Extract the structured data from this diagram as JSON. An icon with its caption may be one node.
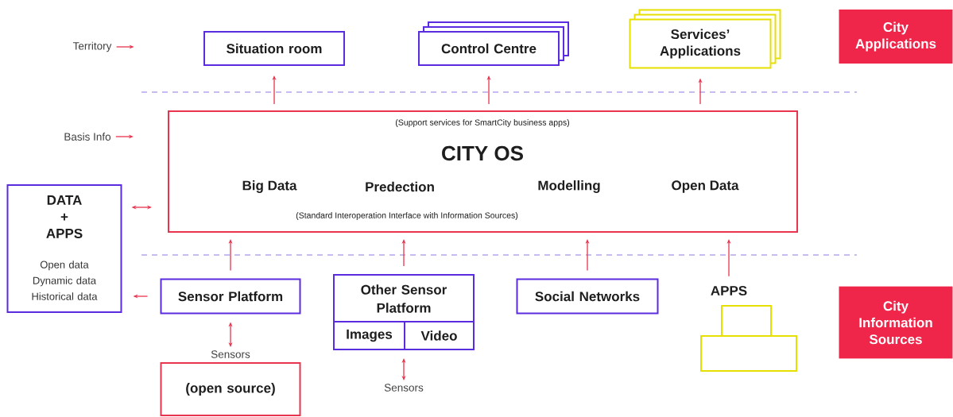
{
  "diagram": {
    "nodes": [
      {
        "text": [
          "Situation room"
        ]
      },
      {
        "text": [
          "Control Centre"
        ]
      },
      {
        "text": [
          "Services’ Applications"
        ]
      },
      {
        "text": [
          "City Applications"
        ]
      },
      {
        "text": [
          "(Support services for SmartCity business apps)",
          "CITY OS",
          "Big Data",
          "Predection",
          "Modelling",
          "Open Data",
          "(Standard Interoperation Interface with Information Sources)"
        ]
      },
      {
        "text": [
          "DATA + APPS",
          "Open data Dynamic data Historical data"
        ]
      },
      {
        "text": [
          "Sensor Platform"
        ]
      },
      {
        "text": [
          "Other Sensor Platform"
        ]
      },
      {
        "text": [
          "Images"
        ],
        "in": 7
      },
      {
        "text": [
          "Video"
        ],
        "in": 7
      },
      {
        "text": [
          "Social Networks"
        ]
      },
      {
        "text": [
          "APPS"
        ]
      },
      {
        "text": [],
        "shape": "box"
      },
      {
        "text": [],
        "shape": "box"
      },
      {
        "text": [
          "City Information Sources"
        ]
      },
      {
        "text": [
          "(open source)"
        ]
      },
      {
        "text": [
          "Territory"
        ]
      },
      {
        "text": [
          "Basis Info"
        ]
      },
      {
        "text": [
          "Sensors"
        ]
      },
      {
        "text": [
          "Sensors"
        ]
      }
    ],
    "edges": [
      {
        "from": 4,
        "to": 0,
        "arrow": "to"
      },
      {
        "from": 4,
        "to": 1,
        "arrow": "to"
      },
      {
        "from": 4,
        "to": 2,
        "arrow": "to"
      },
      {
        "from": 5,
        "to": 4,
        "arrow": "both"
      },
      {
        "from": 6,
        "to": 4,
        "arrow": "to"
      },
      {
        "from": 7,
        "to": 4,
        "arrow": "to"
      },
      {
        "from": 10,
        "to": 4,
        "arrow": "to"
      },
      {
        "from": 11,
        "to": 4,
        "arrow": "to"
      },
      {
        "from": 6,
        "to": 5,
        "arrow": "to"
      },
      {
        "from": 6,
        "to": 18,
        "arrow": "both"
      },
      {
        "from": 7,
        "to": 19,
        "arrow": "both"
      },
      {
        "from": 16,
        "to": null,
        "arrow": "to"
      },
      {
        "from": 17,
        "to": null,
        "arrow": "to"
      }
    ]
  }
}
